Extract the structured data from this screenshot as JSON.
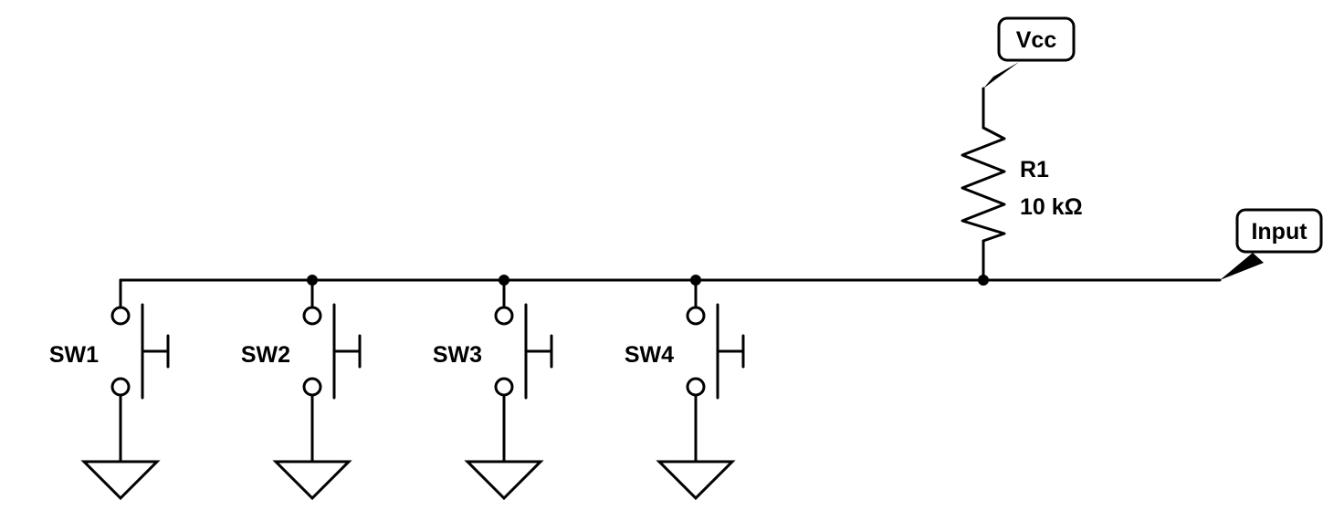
{
  "ports": {
    "vcc": "Vcc",
    "input": "Input"
  },
  "resistor": {
    "name": "R1",
    "value": "10 kΩ"
  },
  "switches": [
    {
      "name": "SW1"
    },
    {
      "name": "SW2"
    },
    {
      "name": "SW3"
    },
    {
      "name": "SW4"
    }
  ],
  "colors": {
    "stroke": "#000000",
    "background": "#ffffff"
  }
}
